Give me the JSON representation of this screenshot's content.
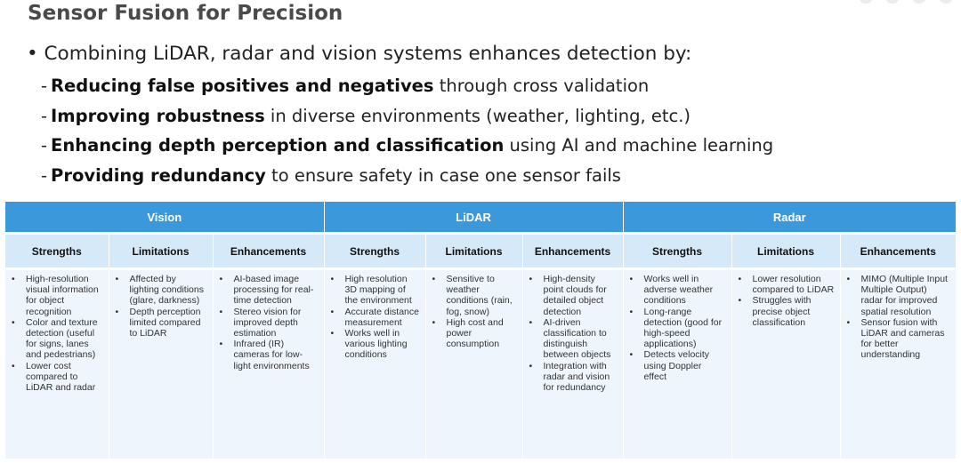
{
  "title": "Sensor Fusion for Precision",
  "main_bullet": "Combining LiDAR, radar and vision systems enhances detection by:",
  "sub_points": [
    {
      "bold": "Reducing false positives and negatives",
      "rest": " through cross validation"
    },
    {
      "bold": "Improving robustness",
      "rest": " in diverse environments (weather, lighting, etc.)"
    },
    {
      "bold": "Enhancing depth perception and classification",
      "rest": " using AI and machine learning"
    },
    {
      "bold": "Providing redundancy",
      "rest": " to ensure safety in case one sensor fails"
    }
  ],
  "table": {
    "groups": [
      "Vision",
      "LiDAR",
      "Radar"
    ],
    "columns": [
      "Strengths",
      "Limitations",
      "Enhancements"
    ],
    "cells": [
      [
        [
          "High-resolution visual information for object recognition",
          "Color and texture detection (useful for signs, lanes and pedestrians)",
          "Lower cost compared to LiDAR and radar"
        ],
        [
          "Affected by lighting conditions (glare, darkness)",
          "Depth perception limited compared to LiDAR"
        ],
        [
          "AI-based image processing for real-time detection",
          "Stereo vision for improved depth estimation",
          "Infrared (IR) cameras for low-light environments"
        ]
      ],
      [
        [
          "High resolution 3D mapping of the environment",
          "Accurate distance measurement",
          "Works well in various lighting conditions"
        ],
        [
          "Sensitive to weather conditions (rain, fog, snow)",
          "High cost and power consumption"
        ],
        [
          "High-density point clouds for detailed object detection",
          "AI-driven classification to distinguish between objects",
          "Integration with radar and vision for redundancy"
        ]
      ],
      [
        [
          "Works well in adverse weather conditions",
          "Long-range detection (good for high-speed applications)",
          "Detects velocity using Doppler effect"
        ],
        [
          "Lower resolution compared to LiDAR",
          "Struggles with precise object classification"
        ],
        [
          "MIMO (Multiple Input Multiple Output) radar for improved spatial resolution",
          "Sensor fusion with LiDAR and cameras for better understanding"
        ]
      ]
    ]
  }
}
